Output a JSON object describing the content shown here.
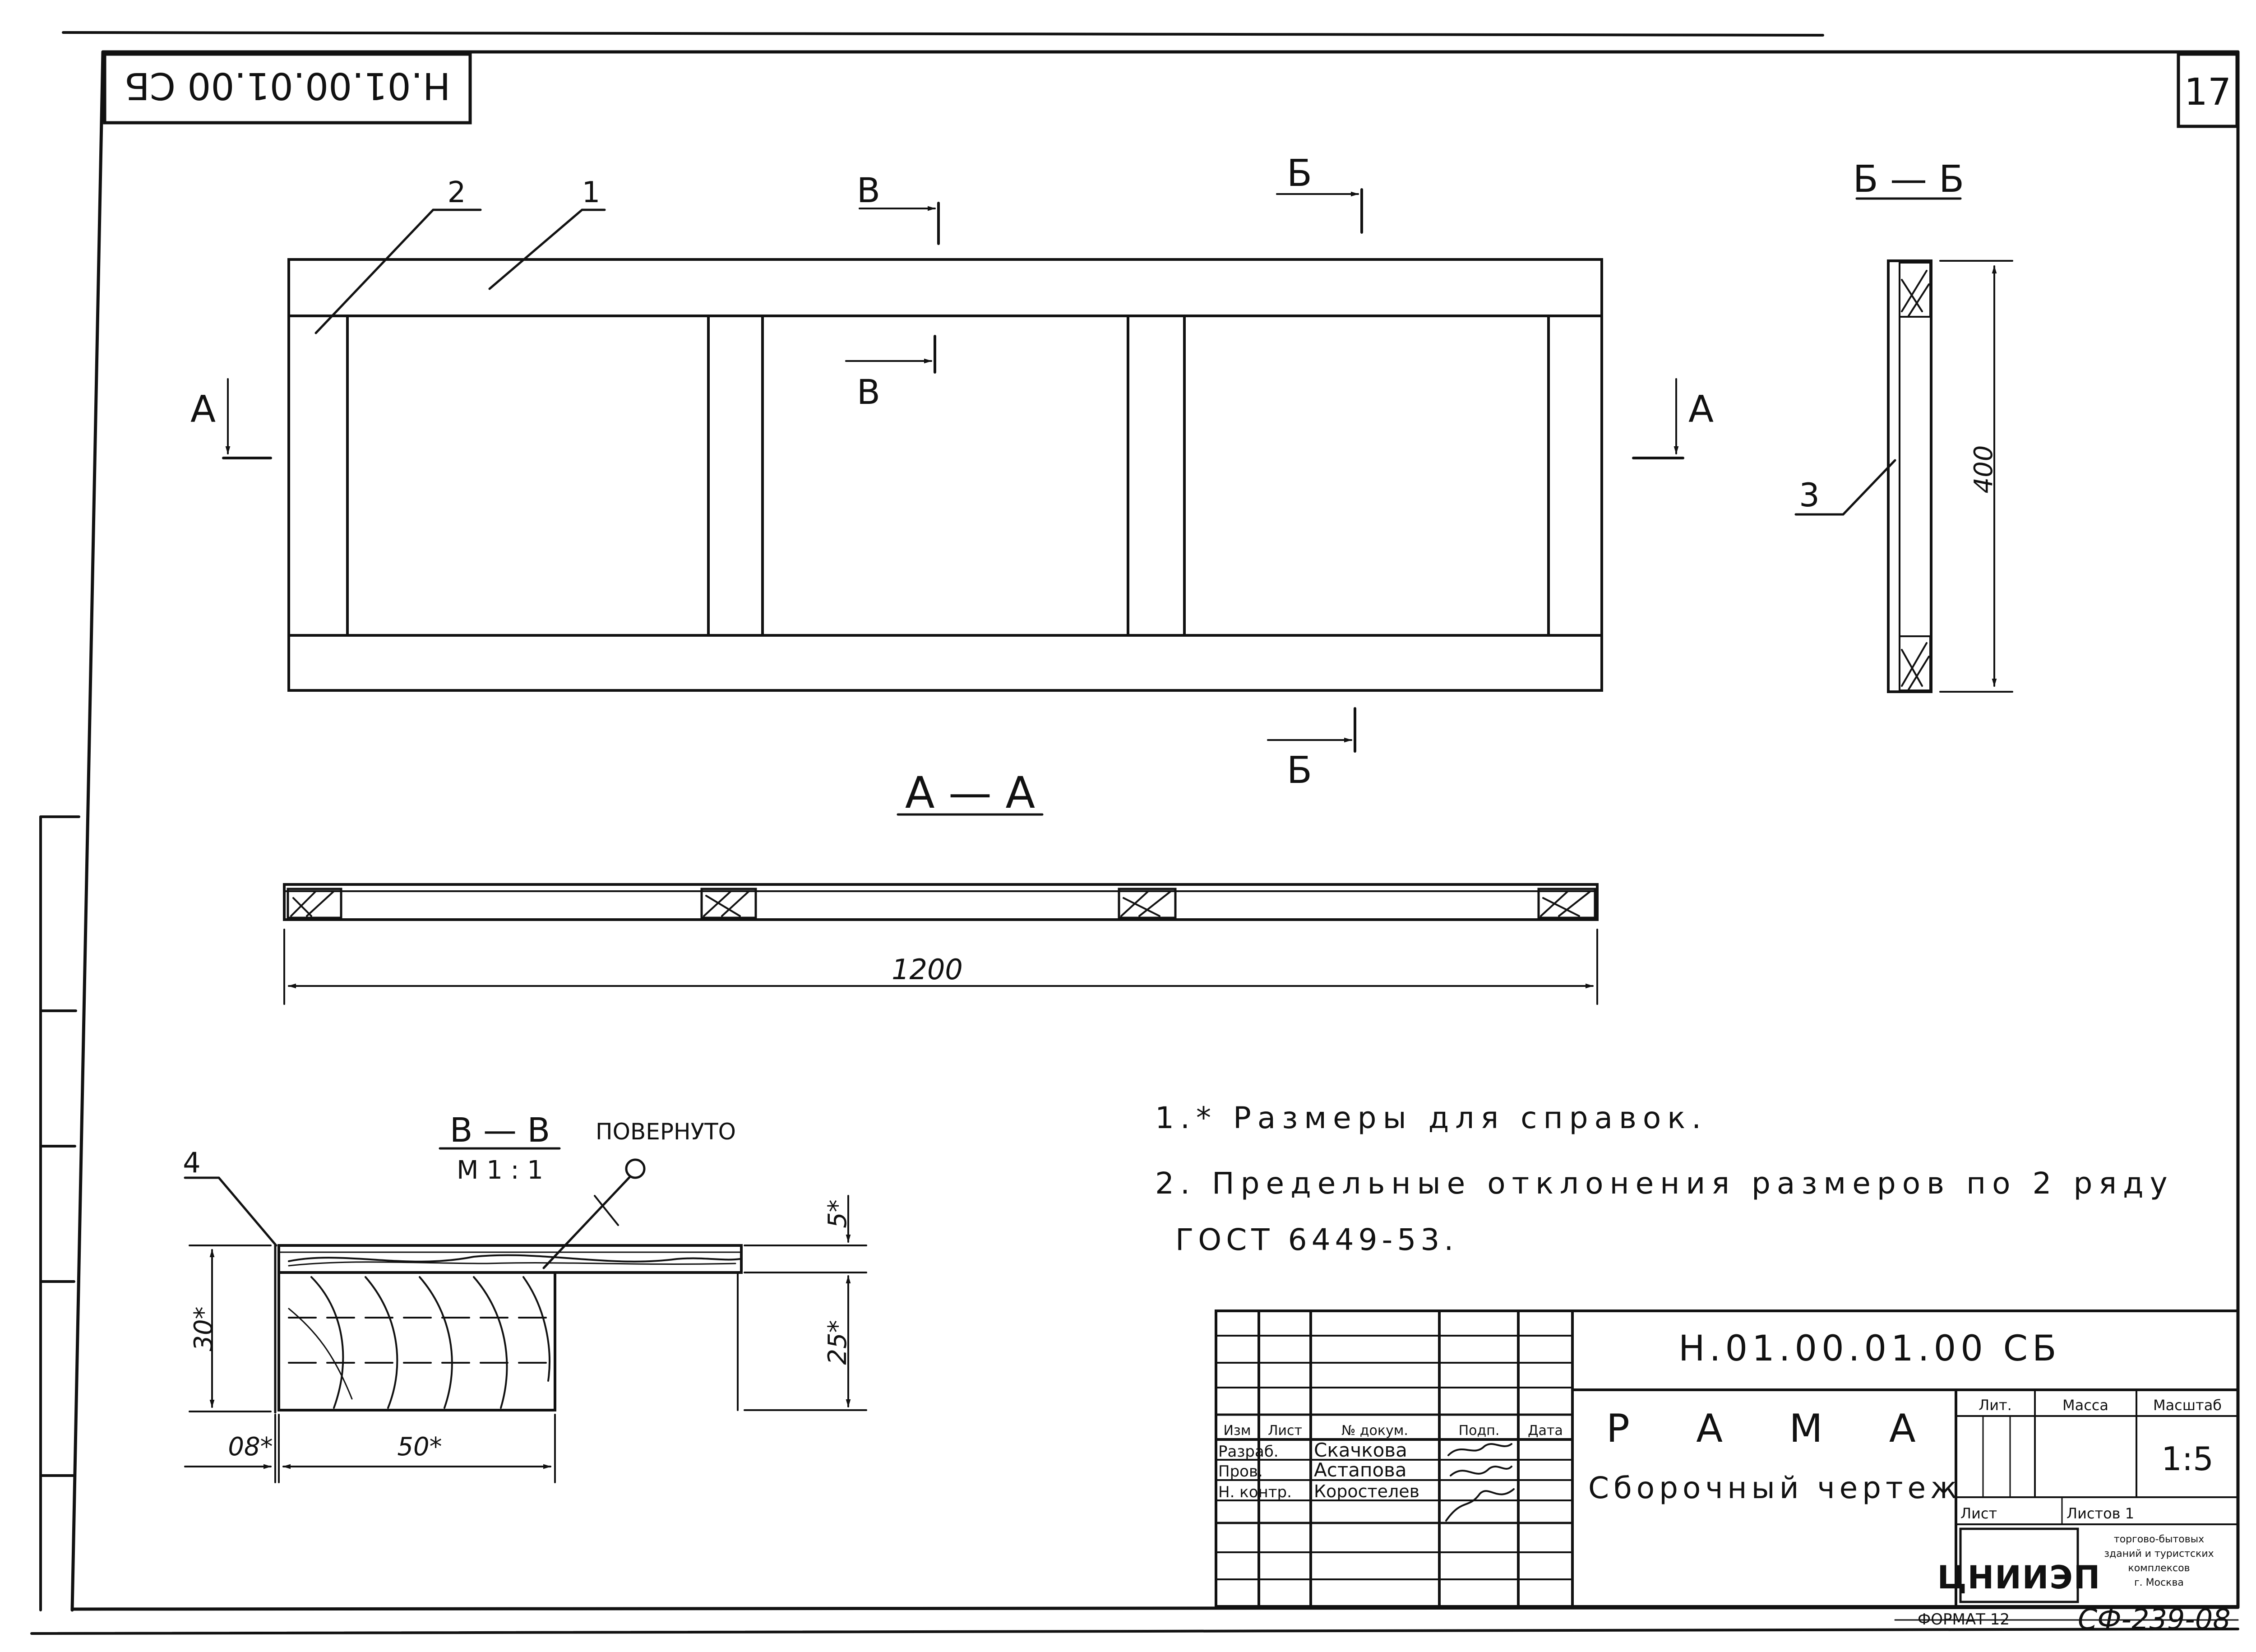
{
  "sheet": {
    "page_number": "17",
    "designation_rotated": "Н.01.00.01.00 СБ",
    "format_label": "ФОРМАТ 12",
    "archive_code": "СФ-239-08"
  },
  "plan_view": {
    "callouts": [
      "1",
      "2"
    ],
    "section_a_label": "А",
    "section_b_label": "Б",
    "section_v_label": "В"
  },
  "section_aa": {
    "title": "А — А",
    "dimension": "1200"
  },
  "section_bb": {
    "title": "Б — Б",
    "callout": "3",
    "dimension": "400"
  },
  "section_vv": {
    "title": "В — В",
    "scale": "М 1 : 1",
    "note": "ПОВЕРНУТО",
    "callout": "4",
    "dim_5": "5*",
    "dim_30": "30*",
    "dim_25": "25*",
    "dim_08": "08*",
    "dim_50": "50*"
  },
  "notes": [
    "1.* Размеры для справок.",
    "2. Предельные отклонения размеров по 2 ряду",
    "ГОСТ 6449-53."
  ],
  "title_block": {
    "designation": "Н.01.00.01.00 СБ",
    "name": "Р А М А",
    "doc_type": "Сборочный чертеж",
    "col_headers": [
      "Изм",
      "Лист",
      "№ докум.",
      "Подп.",
      "Дата"
    ],
    "roles": [
      "Разраб.",
      "Пров.",
      "Н. контр."
    ],
    "names": [
      "Скачкова",
      "Астапова",
      "Коростелев"
    ],
    "lit_label": "Лит.",
    "mass_label": "Масса",
    "scale_label": "Масштаб",
    "scale_value": "1:5",
    "sheet_label": "Лист",
    "sheets_label": "Листов 1",
    "org_logo": "ЦНИИЭП",
    "org_lines": [
      "торгово-бытовых",
      "зданий и туристских",
      "комплексов",
      "г. Москва"
    ]
  }
}
